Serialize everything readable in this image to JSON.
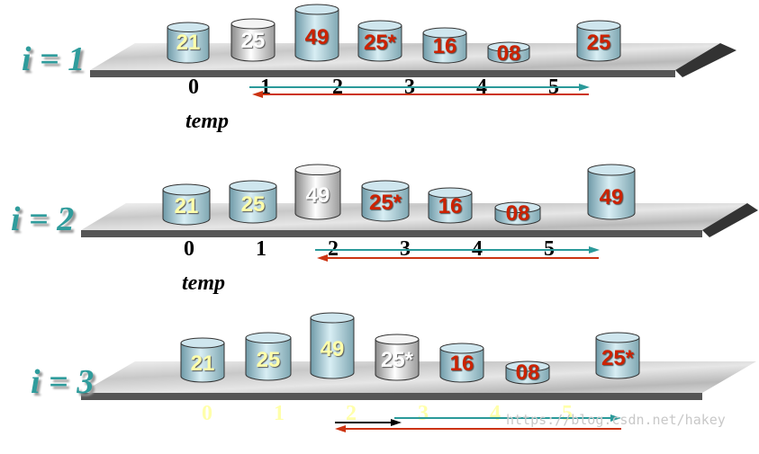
{
  "colors": {
    "label": "#2f9c9c",
    "value_default": "#ffffaa",
    "value_highlight": "#cc2200",
    "value_current": "#ffffff",
    "arrow_teal": "#2a9a9a",
    "arrow_red": "#cc3311",
    "arrow_black": "#000000"
  },
  "rows": [
    {
      "label": "i = 1",
      "indices": [
        "0",
        "1",
        "2",
        "3",
        "4",
        "5"
      ],
      "temp_label": "temp",
      "cans": [
        {
          "value": "21",
          "style": "default"
        },
        {
          "value": "25",
          "style": "current"
        },
        {
          "value": "49",
          "style": "highlight"
        },
        {
          "value": "25*",
          "style": "highlight"
        },
        {
          "value": "16",
          "style": "highlight"
        },
        {
          "value": "08",
          "style": "highlight"
        }
      ],
      "temp_can": {
        "value": "25",
        "style": "highlight"
      }
    },
    {
      "label": "i = 2",
      "indices": [
        "0",
        "1",
        "2",
        "3",
        "4",
        "5"
      ],
      "temp_label": "temp",
      "cans": [
        {
          "value": "21",
          "style": "default"
        },
        {
          "value": "25",
          "style": "default"
        },
        {
          "value": "49",
          "style": "current"
        },
        {
          "value": "25*",
          "style": "highlight"
        },
        {
          "value": "16",
          "style": "highlight"
        },
        {
          "value": "08",
          "style": "highlight"
        }
      ],
      "temp_can": {
        "value": "49",
        "style": "highlight"
      }
    },
    {
      "label": "i = 3",
      "indices": [
        "0",
        "1",
        "2",
        "3",
        "4",
        "5"
      ],
      "cans": [
        {
          "value": "21",
          "style": "default"
        },
        {
          "value": "25",
          "style": "default"
        },
        {
          "value": "49",
          "style": "default"
        },
        {
          "value": "25*",
          "style": "current"
        },
        {
          "value": "16",
          "style": "highlight"
        },
        {
          "value": "08",
          "style": "highlight"
        }
      ],
      "temp_can": {
        "value": "25*",
        "style": "highlight"
      }
    }
  ],
  "watermark": "https://blog.csdn.net/hakey"
}
